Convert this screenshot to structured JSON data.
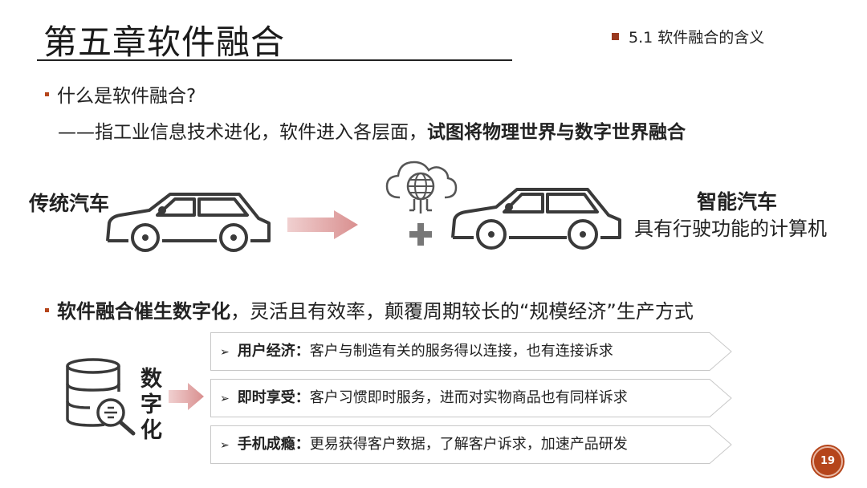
{
  "header": {
    "title": "第五章软件融合",
    "section": "5.1 软件融合的含义"
  },
  "intro": {
    "question": "什么是软件融合?",
    "definition_plain": "——指工业信息技术进化，软件进入各层面，",
    "definition_bold": "试图将物理世界与数字世界融合"
  },
  "cars": {
    "traditional_label": "传统汽车",
    "smart_label": "智能汽车",
    "smart_desc": "具有行驶功能的计算机"
  },
  "digital": {
    "lead_bold": "软件融合催生数字化",
    "lead_rest": "，灵活且有效率，颠覆周期较长的“规模经济”生产方式",
    "vertical_chars": [
      "数",
      "字",
      "化"
    ],
    "items": [
      {
        "label": "用户经济：",
        "text": "客户与制造有关的服务得以连接，也有连接诉求"
      },
      {
        "label": "即时享受：",
        "text": "客户习惯即时服务，进而对实物商品也有同样诉求"
      },
      {
        "label": "手机成瘾：",
        "text": "更易获得客户数据，了解客户诉求，加速产品研发"
      }
    ]
  },
  "page_number": "19",
  "colors": {
    "accent": "#b5451b",
    "arrow_fill": "#e2a8a8",
    "car_stroke": "#3a3a3a"
  }
}
